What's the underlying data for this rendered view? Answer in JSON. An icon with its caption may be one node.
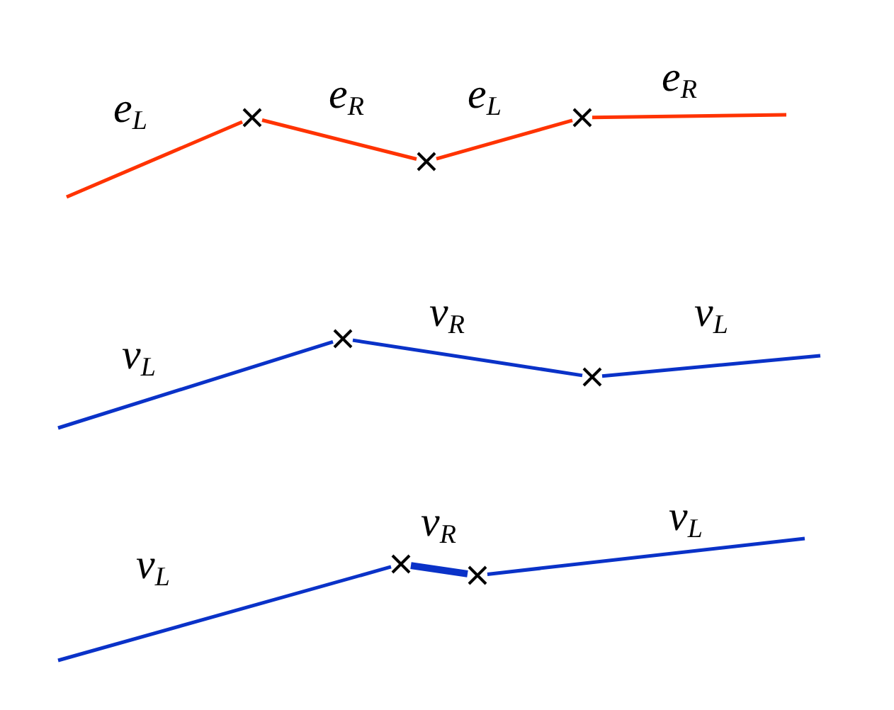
{
  "diagram": {
    "nodes": [
      {
        "text": [],
        "shape": "cross"
      },
      {
        "text": [],
        "shape": "cross"
      },
      {
        "text": [],
        "shape": "cross"
      },
      {
        "text": [],
        "shape": "cross"
      },
      {
        "text": [],
        "shape": "cross"
      },
      {
        "text": [],
        "shape": "cross"
      },
      {
        "text": [],
        "shape": "cross"
      }
    ],
    "edges": [
      {
        "from": null,
        "to": 0,
        "arrow": "none",
        "label": "e$_{L}$",
        "color": "#ff3300"
      },
      {
        "from": 0,
        "to": 1,
        "arrow": "none",
        "label": "e$_{R}$",
        "color": "#ff3300"
      },
      {
        "from": 1,
        "to": 2,
        "arrow": "none",
        "label": "e$_{L}$",
        "color": "#ff3300"
      },
      {
        "from": 2,
        "to": null,
        "arrow": "none",
        "label": "e$_{R}$",
        "color": "#ff3300"
      },
      {
        "from": null,
        "to": 3,
        "arrow": "none",
        "label": "ν$_{L}$"
      },
      {
        "from": 3,
        "to": 4,
        "arrow": "none",
        "label": "ν$_{R}$"
      },
      {
        "from": 4,
        "to": null,
        "arrow": "none",
        "label": "ν$_{L}$"
      },
      {
        "from": null,
        "to": 5,
        "arrow": "none",
        "label": "ν$_{L}$"
      },
      {
        "from": 5,
        "to": 6,
        "arrow": "none",
        "label": "ν$_{R}$",
        "style": "thick"
      },
      {
        "from": 6,
        "to": null,
        "arrow": "none",
        "label": "ν$_{L}$"
      }
    ]
  }
}
